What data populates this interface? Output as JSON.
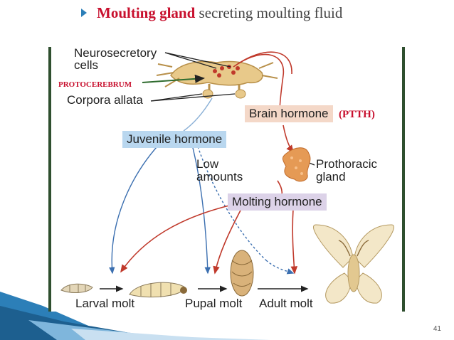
{
  "title": {
    "bold": "Moulting gland",
    "rest": " secreting moulting fluid"
  },
  "labels": {
    "neurosecretory": "Neurosecretory",
    "cells": "cells",
    "protocerebrum": "PROTOCEREBRUM",
    "corpora_allata": "Corpora allata",
    "brain_hormone": "Brain hormone",
    "ptth": "(PTTH)",
    "juvenile_hormone": "Juvenile hormone",
    "low": "Low",
    "amounts": "amounts",
    "prothoracic": "Prothoracic",
    "gland": "gland",
    "molting_hormone": "Molting hormone",
    "larval_molt": "Larval molt",
    "pupal_molt": "Pupal molt",
    "adult_molt": "Adult molt"
  },
  "page_number": "41",
  "colors": {
    "accent_red": "#c8102e",
    "arrow_red": "#c0392b",
    "arrow_blue": "#3b6fb0",
    "frame": "#2f4f2f"
  }
}
